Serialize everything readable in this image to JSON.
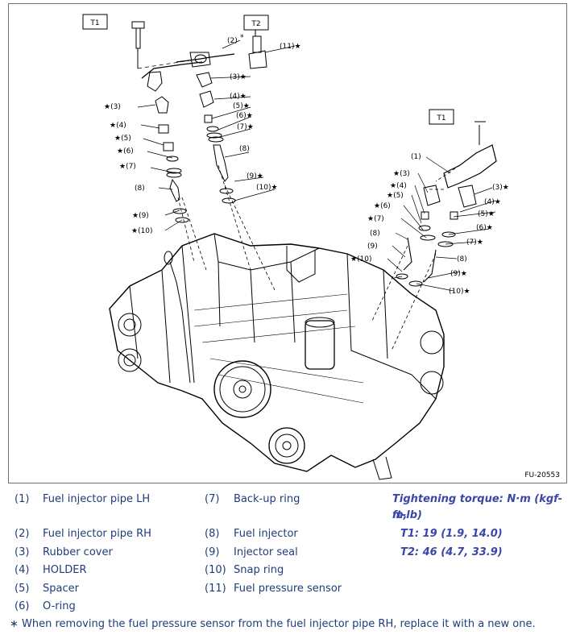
{
  "figure": {
    "figure_id": "FU-20553",
    "torque_tags": [
      "T1",
      "T2",
      "T1"
    ],
    "callouts": {
      "c2": "(2)",
      "c2_star": "*",
      "c11": "(11)★",
      "c3a": "(3)★",
      "c4a": "(4)★",
      "c5a": "(5)★",
      "c6a": "(6)★",
      "c7a": "(7)★",
      "c8a": "(8)",
      "c9a": "(9)★",
      "c10a": "(10)★",
      "l3": "★(3)",
      "l4": "★(4)",
      "l5": "★(5)",
      "l6": "★(6)",
      "l7": "★(7)",
      "l8": "(8)",
      "l9": "★(9)",
      "l10": "★(10)",
      "r1": "(1)",
      "r3": "★(3)",
      "r4": "★(4)",
      "r5": "★(5)",
      "r6": "★(6)",
      "r7": "★(7)",
      "r8": "(8)",
      "r9": "(9)",
      "r10": "★(10)",
      "s3": "(3)★",
      "s4": "(4)★",
      "s5": "(5)★",
      "s6": "(6)★",
      "s7": "(7)★",
      "s8": "(8)",
      "s9": "(9)★",
      "s10": "(10)★"
    }
  },
  "legend": {
    "col1": [
      {
        "num": "(1)",
        "text": "Fuel injector pipe LH"
      },
      {
        "num": "(2)",
        "text": "Fuel injector pipe RH"
      },
      {
        "num": "(3)",
        "text": "Rubber cover"
      },
      {
        "num": "(4)",
        "text": "HOLDER"
      },
      {
        "num": "(5)",
        "text": "Spacer"
      },
      {
        "num": "(6)",
        "text": "O-ring"
      }
    ],
    "col2": [
      {
        "num": "(7)",
        "text": "Back-up ring"
      },
      {
        "num": "(8)",
        "text": "Fuel injector"
      },
      {
        "num": "(9)",
        "text": "Injector seal"
      },
      {
        "num": "(10)",
        "text": "Snap ring"
      },
      {
        "num": "(11)",
        "text": "Fuel pressure sensor"
      }
    ],
    "torque": {
      "heading_line1": "Tightening torque: N·m (kgf-m,",
      "heading_line2": "ft-lb)",
      "t1": "T1:  19 (1.9, 14.0)",
      "t2": "T2:  46 (4.7, 33.9)"
    },
    "note": "∗ When removing the fuel pressure sensor from the fuel injector pipe RH, replace it with a new one."
  }
}
